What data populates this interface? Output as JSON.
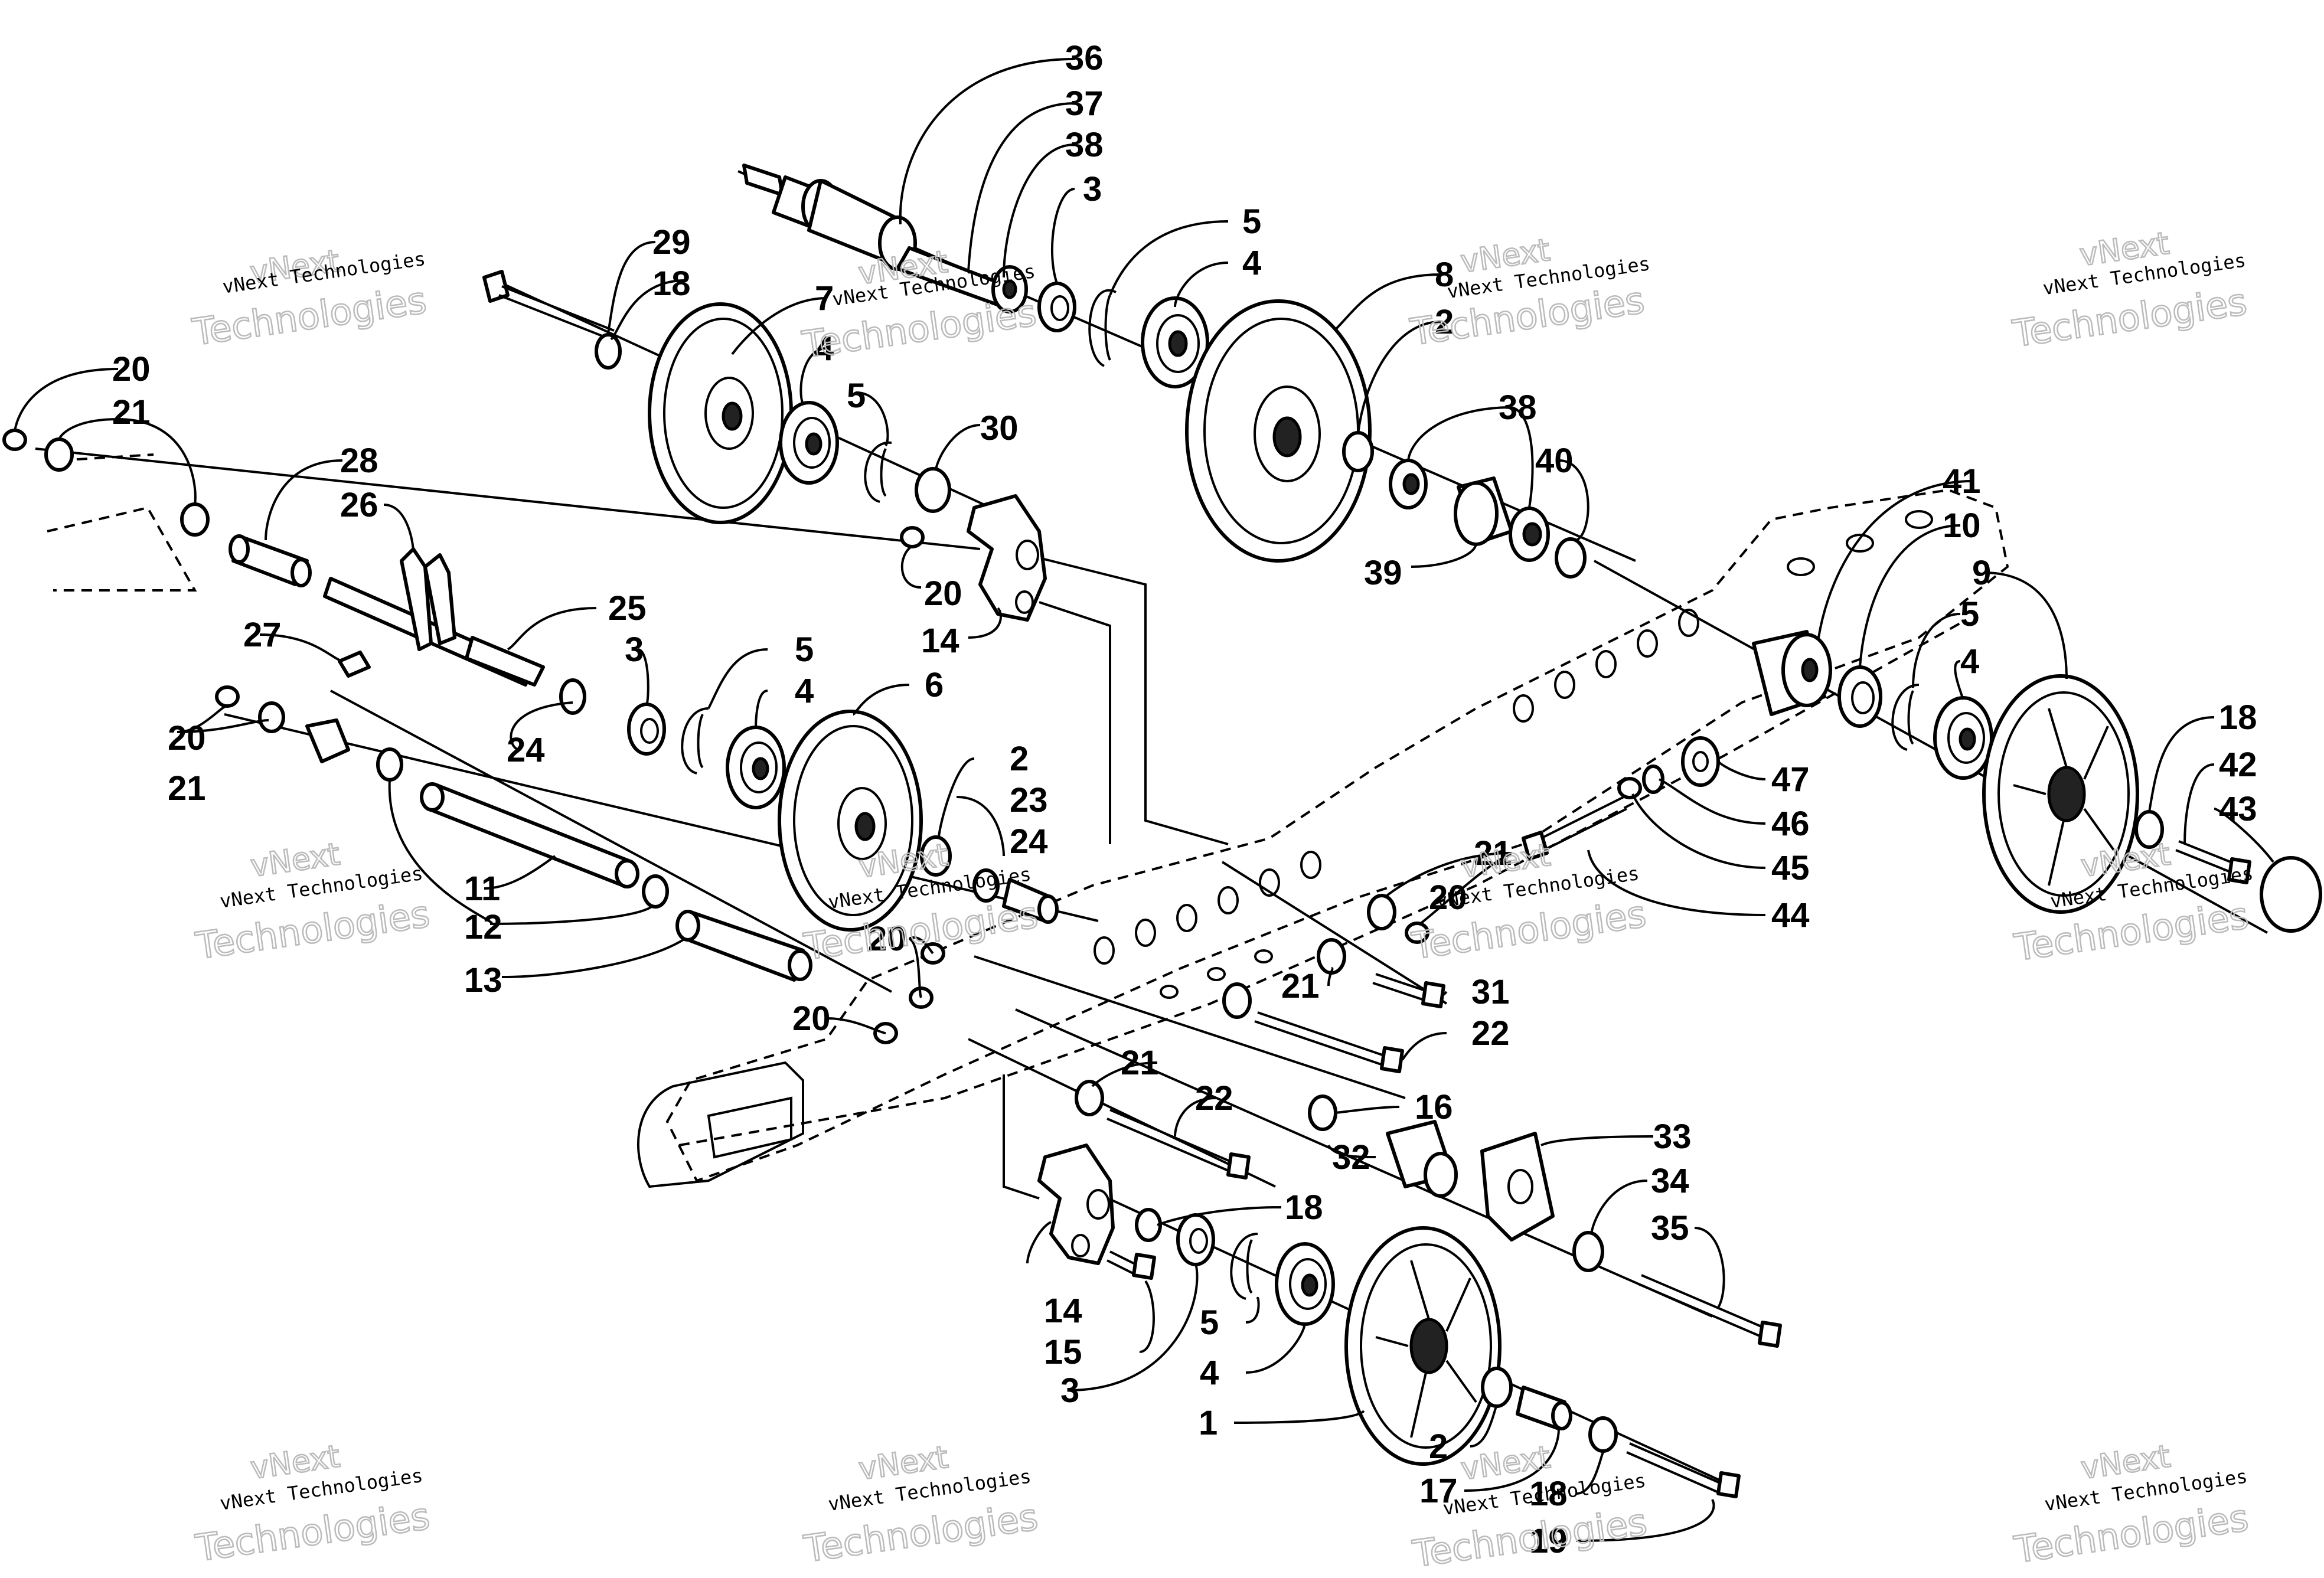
{
  "diagram": {
    "watermark": {
      "line1": "vNext Technologies",
      "line2": "Technologies",
      "line3": "vNext"
    },
    "callouts": [
      "1",
      "2",
      "3",
      "4",
      "5",
      "6",
      "7",
      "8",
      "9",
      "10",
      "11",
      "12",
      "13",
      "14",
      "15",
      "16",
      "17",
      "18",
      "19",
      "20",
      "21",
      "22",
      "23",
      "24",
      "25",
      "26",
      "27",
      "28",
      "29",
      "30",
      "31",
      "32",
      "33",
      "34",
      "35",
      "36",
      "37",
      "38",
      "39",
      "40",
      "41",
      "42",
      "43",
      "44",
      "45",
      "46",
      "47"
    ]
  }
}
